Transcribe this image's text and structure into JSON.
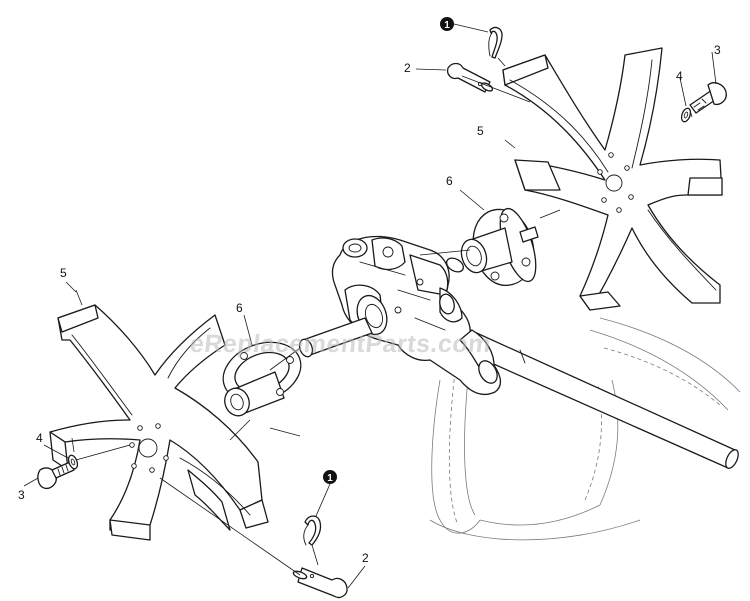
{
  "diagram": {
    "watermark": "eReplacementParts.com",
    "callouts": {
      "cotter_pin": "1",
      "clevis_pin": "2",
      "bolt": "3",
      "washer": "4",
      "tine": "5",
      "hub": "6"
    }
  },
  "colors": {
    "line": "#1a1a1a",
    "ghost_line": "#7a7a7a",
    "callout_badge": "#111111",
    "watermark": "#b9b9b9"
  }
}
